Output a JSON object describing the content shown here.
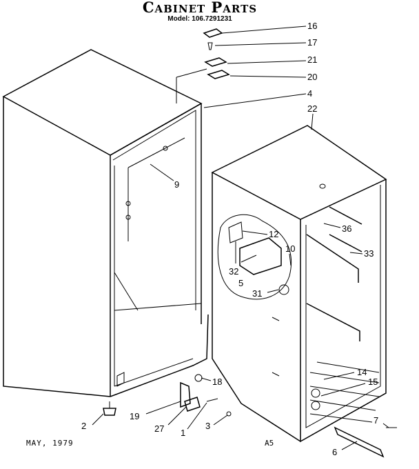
{
  "header": {
    "title": "Cabinet Parts",
    "model": "Model: 106.7291231"
  },
  "footer": {
    "date": "MAY, 1979",
    "code": "A5"
  },
  "callouts": [
    "16",
    "17",
    "21",
    "20",
    "4",
    "22",
    "9",
    "12",
    "36",
    "10",
    "33",
    "32",
    "5",
    "31",
    "14",
    "15",
    "18",
    "2",
    "19",
    "27",
    "1",
    "3",
    "7",
    "6"
  ]
}
